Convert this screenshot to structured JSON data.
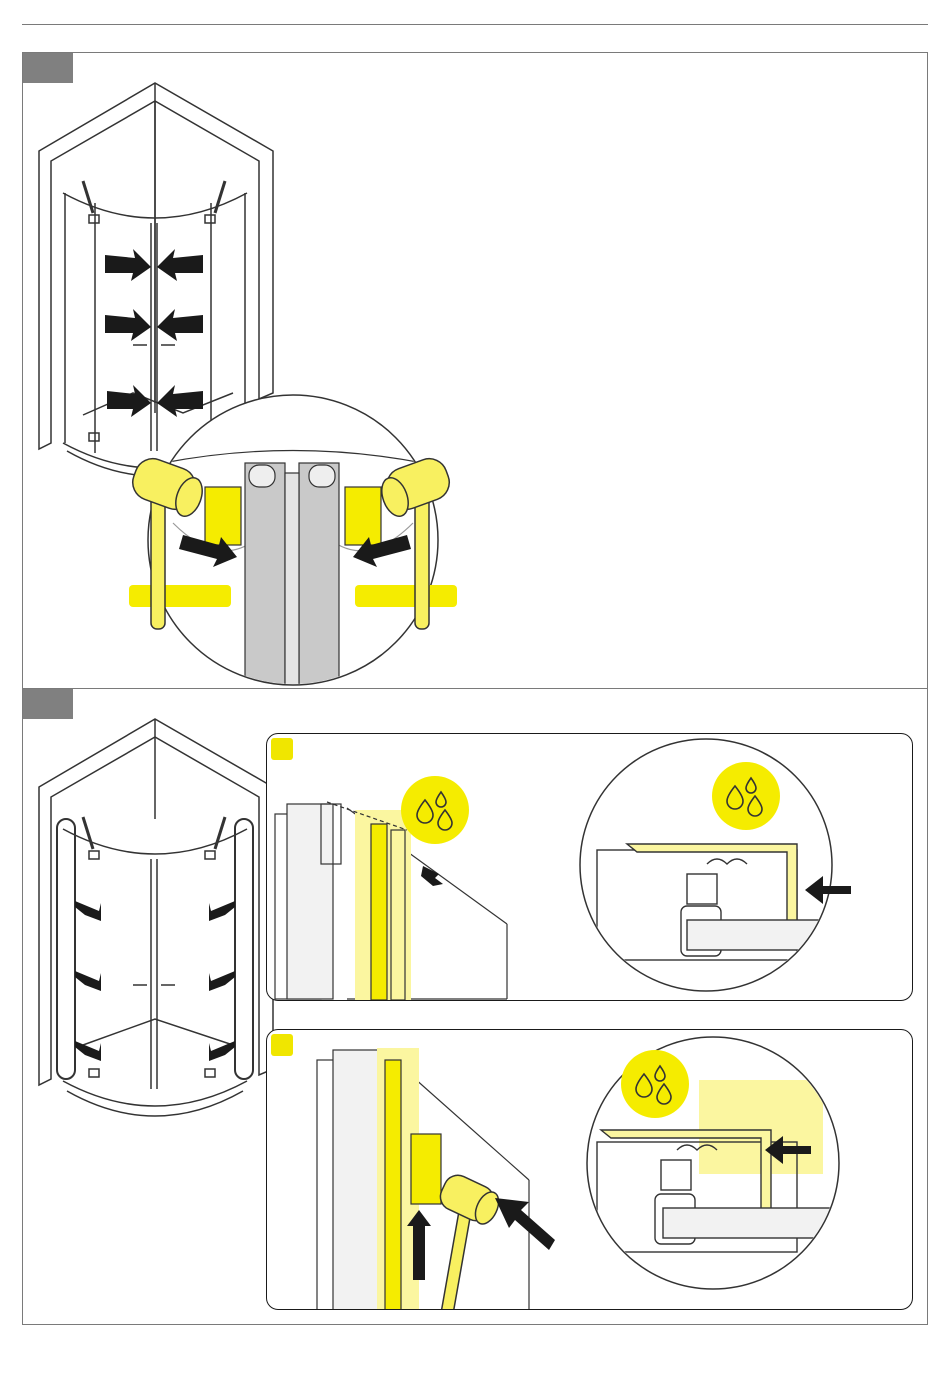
{
  "figure": {
    "steps": [
      {
        "id": "step-1",
        "label": ""
      },
      {
        "id": "step-2",
        "label": "",
        "substeps": [
          {
            "id": "2a",
            "label": ""
          },
          {
            "id": "2b",
            "label": ""
          }
        ]
      }
    ]
  },
  "colors": {
    "accent_yellow": "#f5ec00",
    "light_yellow": "#fbf6a0",
    "mallet_yellow": "#f8f060",
    "badge_gray": "#808080",
    "arrow": "#1a1a1a",
    "line": "#333333",
    "seal_gray": "#c9c9c9"
  },
  "icons": [
    "shower-enclosure-icon",
    "rubber-mallet-icon",
    "arrow-icon",
    "water-drops-icon",
    "zoom-circle-icon"
  ]
}
